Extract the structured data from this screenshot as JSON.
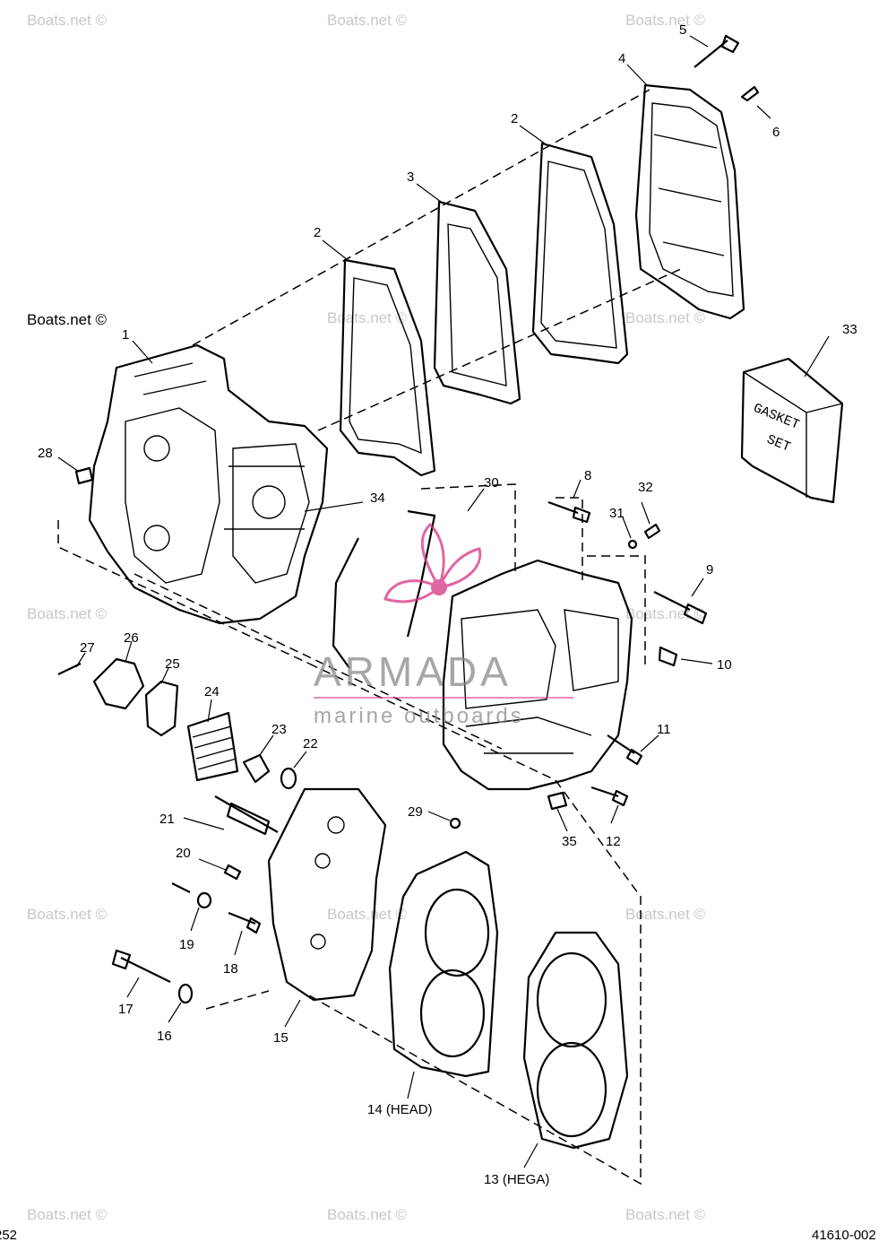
{
  "diagram": {
    "part_labels": [
      {
        "id": "p1",
        "text": "1"
      },
      {
        "id": "p2a",
        "text": "2"
      },
      {
        "id": "p2b",
        "text": "2"
      },
      {
        "id": "p3",
        "text": "3"
      },
      {
        "id": "p4",
        "text": "4"
      },
      {
        "id": "p5",
        "text": "5"
      },
      {
        "id": "p6",
        "text": "6"
      },
      {
        "id": "p8",
        "text": "8"
      },
      {
        "id": "p9",
        "text": "9"
      },
      {
        "id": "p10",
        "text": "10"
      },
      {
        "id": "p11",
        "text": "11"
      },
      {
        "id": "p12",
        "text": "12"
      },
      {
        "id": "p13",
        "text": "13 (HEGA)"
      },
      {
        "id": "p14",
        "text": "14 (HEAD)"
      },
      {
        "id": "p15",
        "text": "15"
      },
      {
        "id": "p16",
        "text": "16"
      },
      {
        "id": "p17",
        "text": "17"
      },
      {
        "id": "p18",
        "text": "18"
      },
      {
        "id": "p19",
        "text": "19"
      },
      {
        "id": "p20",
        "text": "20"
      },
      {
        "id": "p21",
        "text": "21"
      },
      {
        "id": "p22",
        "text": "22"
      },
      {
        "id": "p23",
        "text": "23"
      },
      {
        "id": "p24",
        "text": "24"
      },
      {
        "id": "p25",
        "text": "25"
      },
      {
        "id": "p26",
        "text": "26"
      },
      {
        "id": "p27",
        "text": "27"
      },
      {
        "id": "p28",
        "text": "28"
      },
      {
        "id": "p29",
        "text": "29"
      },
      {
        "id": "p30",
        "text": "30"
      },
      {
        "id": "p31",
        "text": "31"
      },
      {
        "id": "p32",
        "text": "32"
      },
      {
        "id": "p33",
        "text": "33"
      },
      {
        "id": "p34",
        "text": "34"
      },
      {
        "id": "p35",
        "text": "35"
      }
    ],
    "gasket_set_box": {
      "line1": "GASKET",
      "line2": "SET"
    },
    "corner_left": "252",
    "corner_right": "41610-002"
  },
  "watermarks": {
    "text": "Boats.net ©",
    "brand_name": "ARMADA",
    "brand_tagline": "marine outboards",
    "brand_color": "#d63384"
  }
}
